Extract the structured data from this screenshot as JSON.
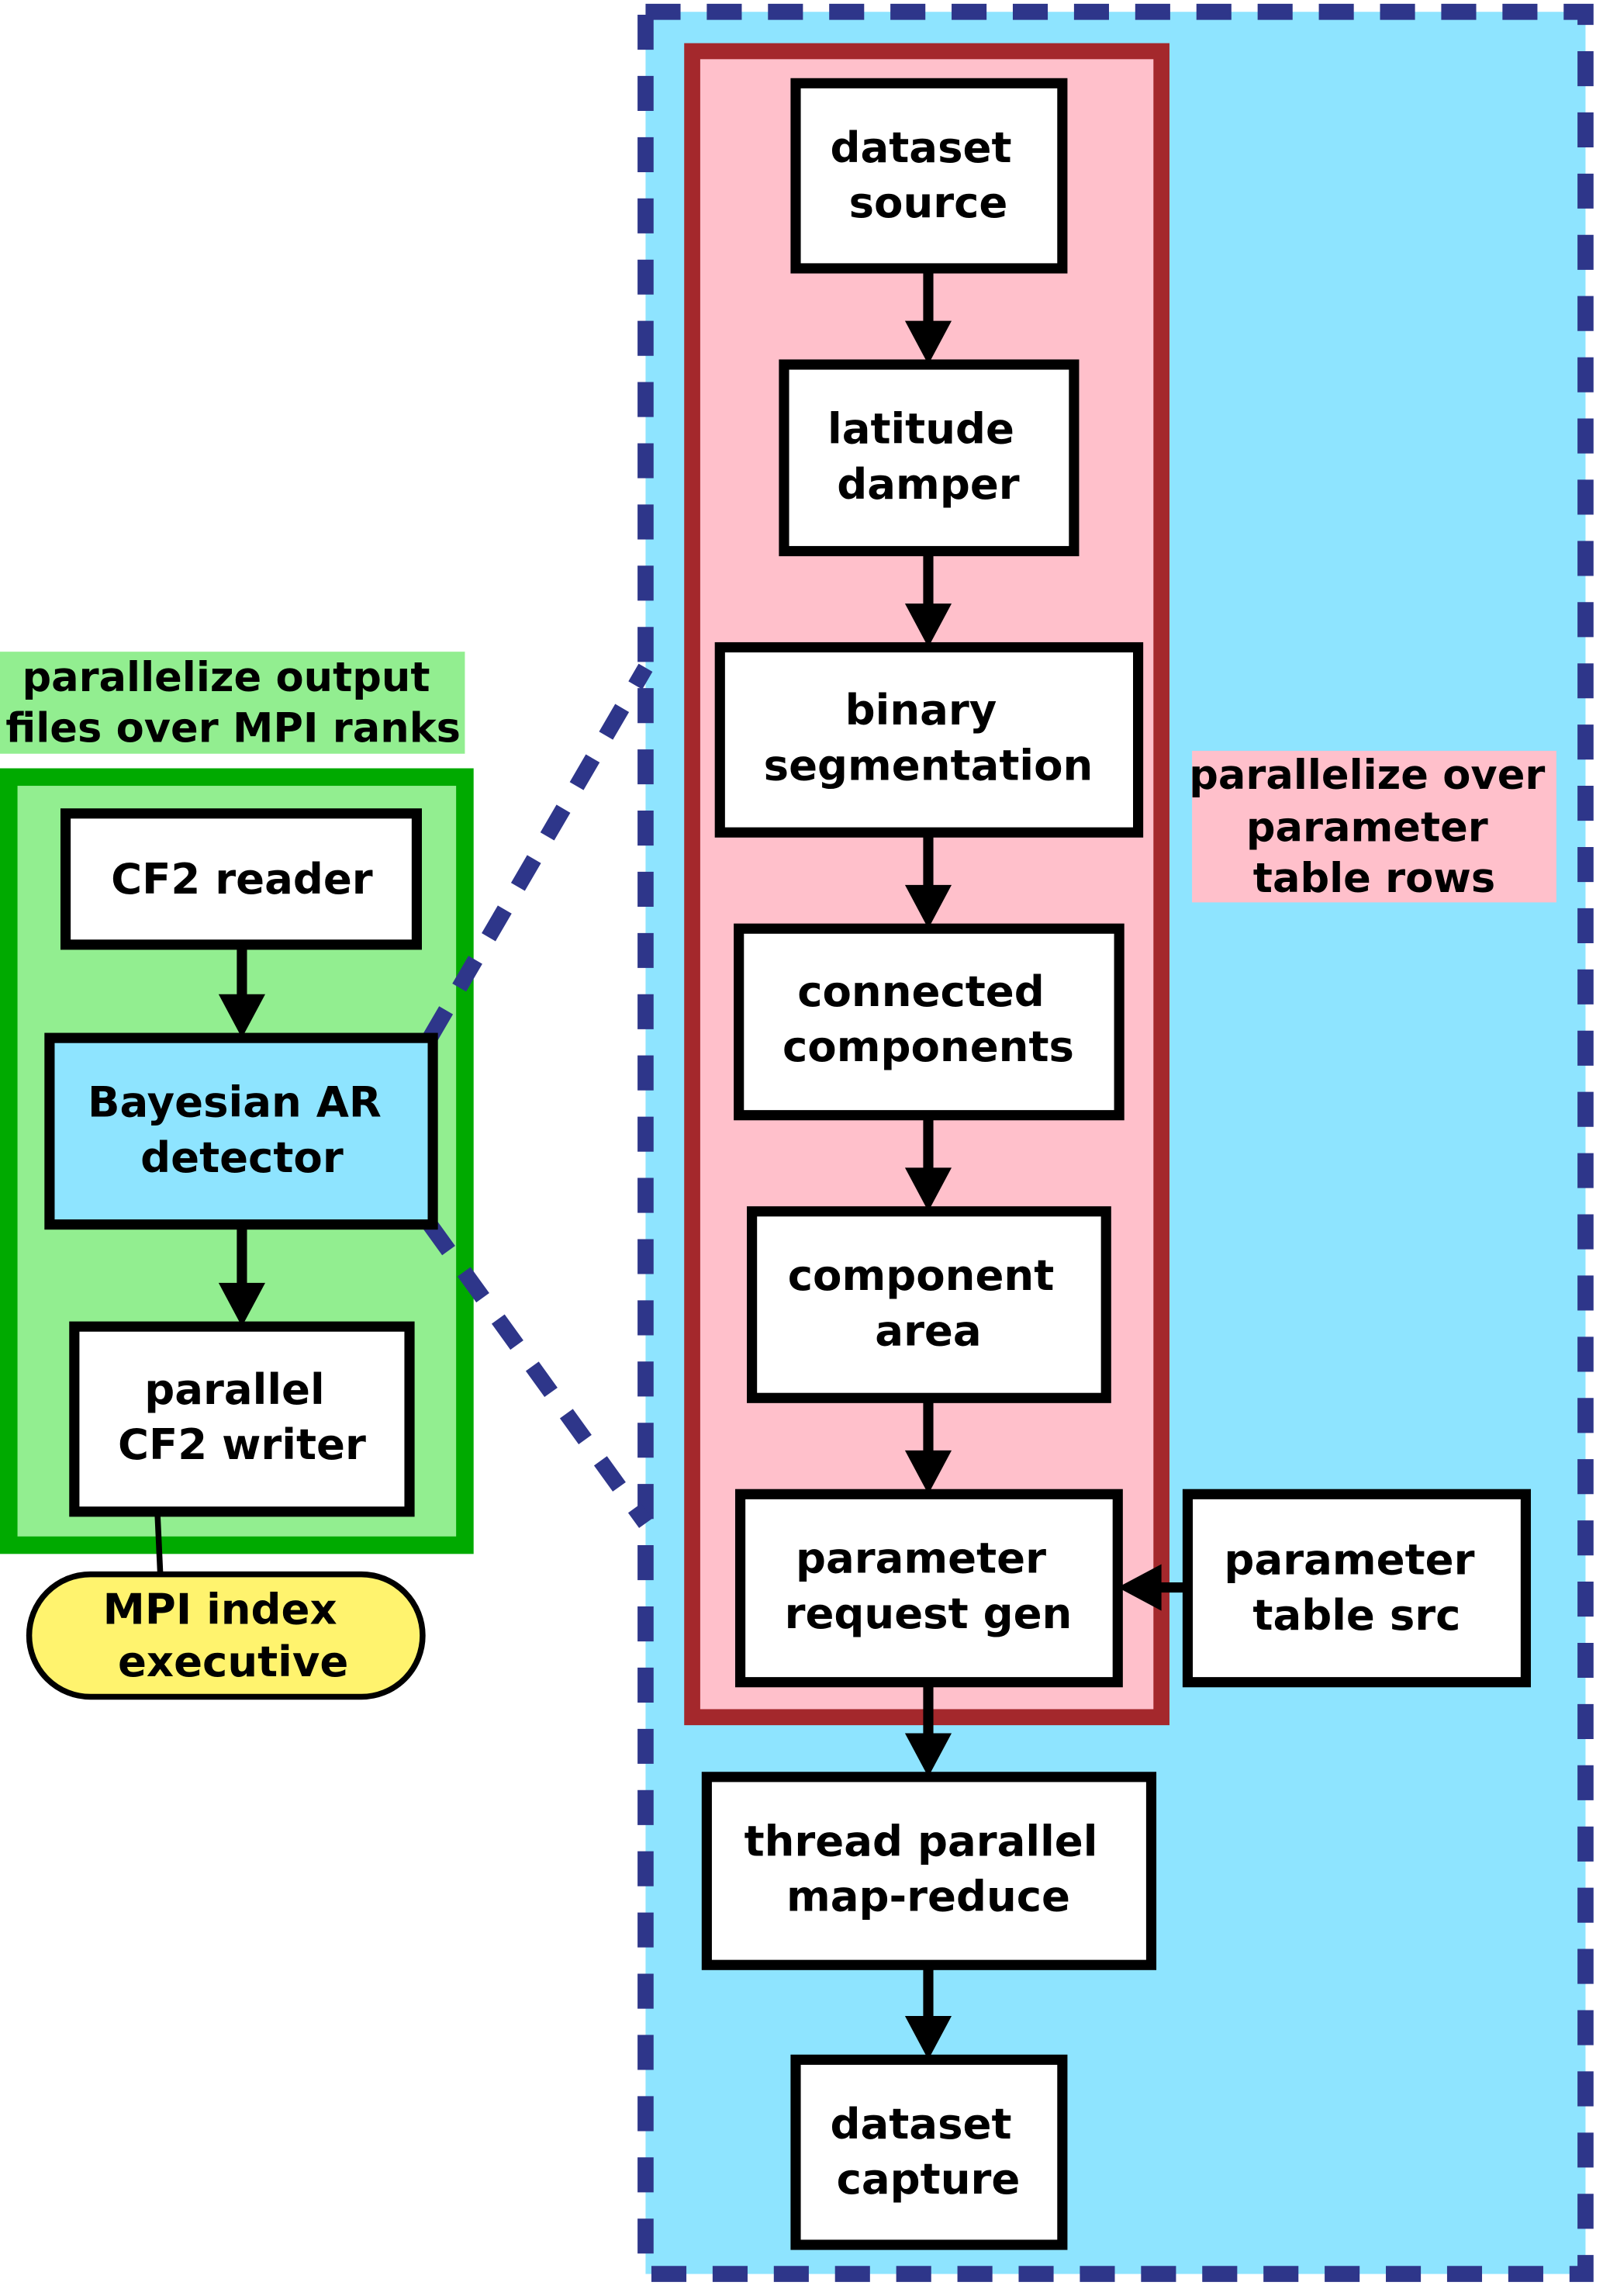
{
  "colors": {
    "outer_fill": "#8ee4ff",
    "outer_dash": "#2e368a",
    "pipeline_fill": "#ffc0cb",
    "pipeline_border": "#a4282c",
    "mpi_fill": "#92ee90",
    "mpi_border": "#00aa00",
    "detector_fill": "#8ee4ff",
    "executive_fill": "#fff36e",
    "node_fill": "#ffffff",
    "stroke": "#000000"
  },
  "labels": {
    "mpi_group": [
      "parallelize output",
      "files over MPI ranks"
    ],
    "param_group": [
      "parallelize over",
      "parameter",
      "table rows"
    ]
  },
  "nodes": {
    "cf2_reader": [
      "CF2 reader"
    ],
    "bayesian_detector": [
      "Bayesian AR",
      "detector"
    ],
    "cf2_writer": [
      "parallel",
      "CF2 writer"
    ],
    "mpi_executive": [
      "MPI index",
      "executive"
    ],
    "dataset_source": [
      "dataset",
      "source"
    ],
    "latitude_damper": [
      "latitude",
      "damper"
    ],
    "binary_segmentation": [
      "binary",
      "segmentation"
    ],
    "connected_components": [
      "connected",
      "components"
    ],
    "component_area": [
      "component",
      "area"
    ],
    "parameter_request_gen": [
      "parameter",
      "request gen"
    ],
    "parameter_table_src": [
      "parameter",
      "table src"
    ],
    "thread_map_reduce": [
      "thread parallel",
      "map-reduce"
    ],
    "dataset_capture": [
      "dataset",
      "capture"
    ]
  }
}
